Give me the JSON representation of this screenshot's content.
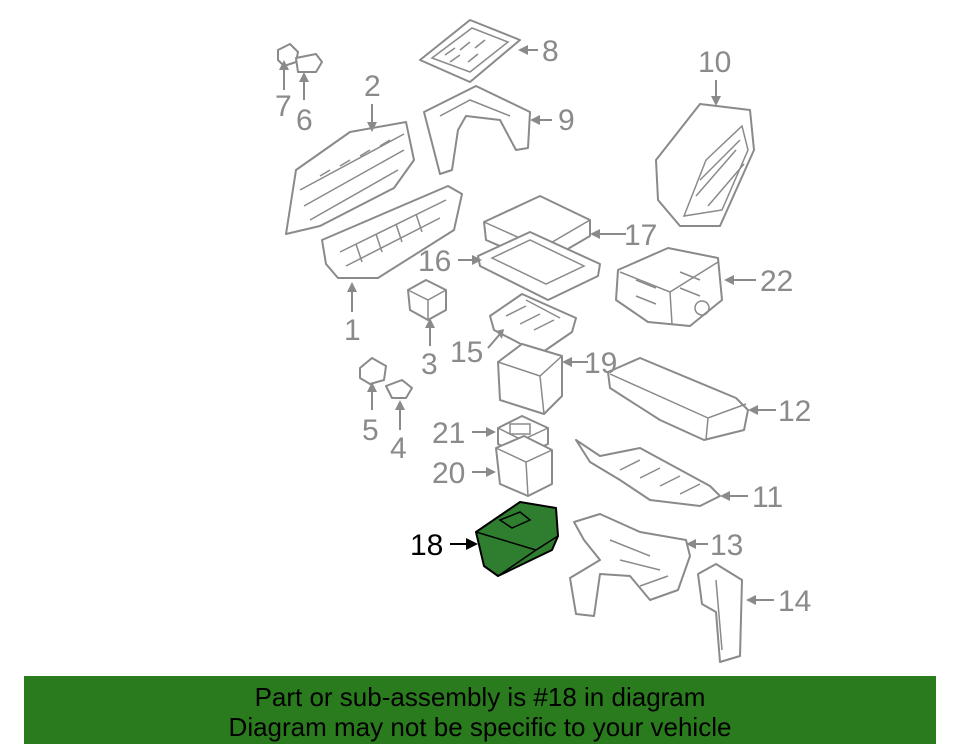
{
  "banner": {
    "line1": "Part or sub-assembly is #18 in diagram",
    "line2": "Diagram may not be specific to your vehicle"
  },
  "highlight_color": "#2a7a1e",
  "highlighted_part": "18",
  "callouts": {
    "c1": "1",
    "c2": "2",
    "c3": "3",
    "c4": "4",
    "c5": "5",
    "c6": "6",
    "c7": "7",
    "c8": "8",
    "c9": "9",
    "c10": "10",
    "c11": "11",
    "c12": "12",
    "c13": "13",
    "c14": "14",
    "c15": "15",
    "c16": "16",
    "c17": "17",
    "c18": "18",
    "c19": "19",
    "c20": "20",
    "c21": "21",
    "c22": "22"
  }
}
